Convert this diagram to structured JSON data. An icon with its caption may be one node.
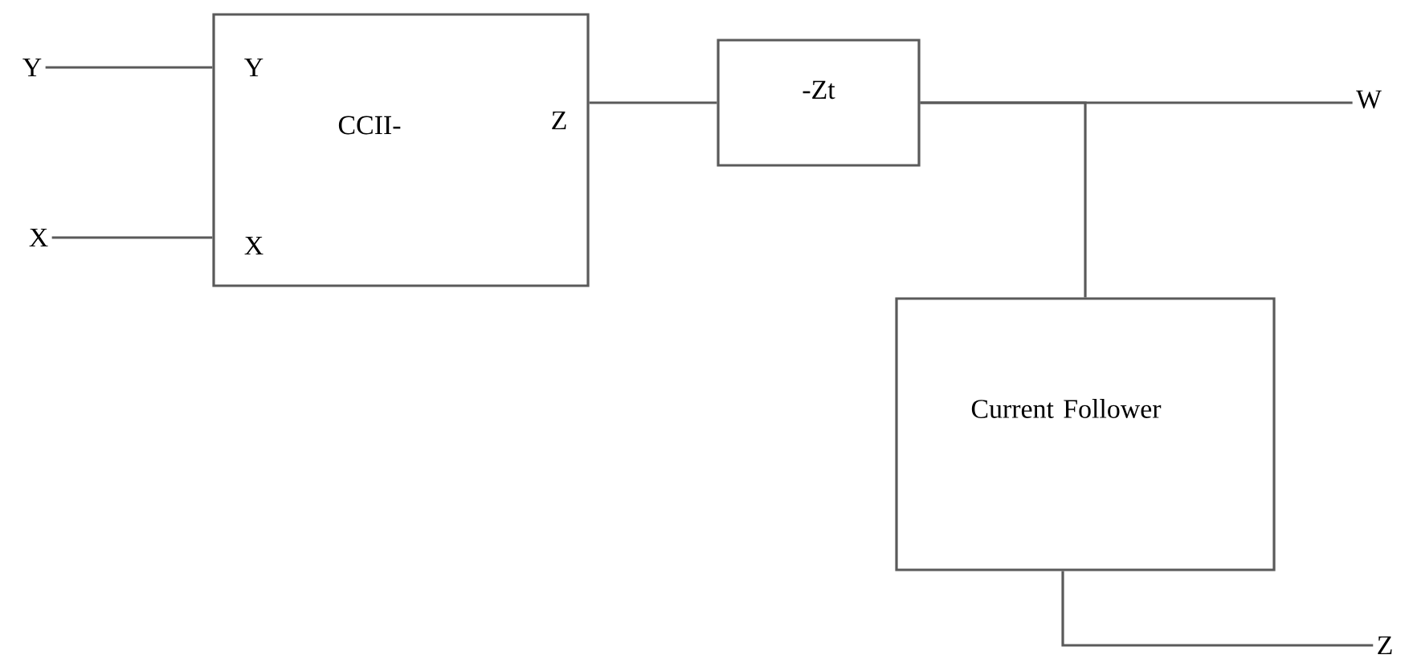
{
  "diagram": {
    "nodes": [
      {
        "text": [
          "Y",
          "CCII-",
          "Z",
          "X"
        ]
      },
      {
        "text": [
          "-Zt"
        ]
      },
      {
        "text": [
          "Current Follower"
        ]
      },
      {
        "text": [
          "Y"
        ]
      },
      {
        "text": [
          "X"
        ]
      },
      {
        "text": [
          "W"
        ]
      },
      {
        "text": [
          "Z"
        ]
      }
    ],
    "edges": [
      {
        "from": 3,
        "to": 0,
        "arrow": "none"
      },
      {
        "from": 4,
        "to": 0,
        "arrow": "none"
      },
      {
        "from": 0,
        "to": 1,
        "arrow": "none"
      },
      {
        "from": 1,
        "to": 5,
        "arrow": "none"
      },
      {
        "from": 1,
        "to": 2,
        "arrow": "none"
      },
      {
        "from": 2,
        "to": 6,
        "arrow": "none"
      }
    ]
  }
}
